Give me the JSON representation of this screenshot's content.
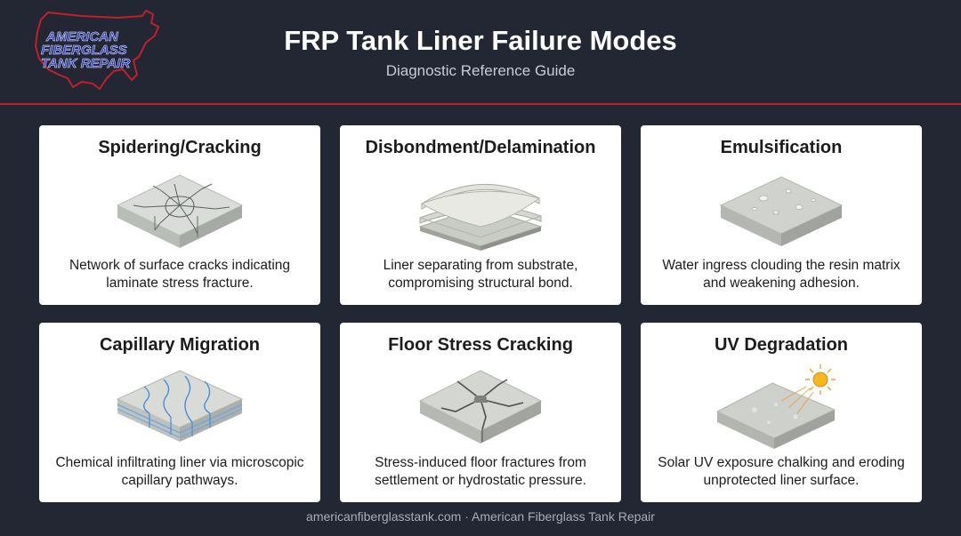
{
  "logo": {
    "line1": "AMERICAN",
    "line2": "FIBERGLASS",
    "line3": "TANK REPAIR",
    "outline_color": "#c0202a",
    "text_color": "#2f3fbf"
  },
  "header": {
    "title": "FRP Tank Liner Failure Modes",
    "subtitle": "Diagnostic Reference Guide",
    "accent_color": "#c0202a"
  },
  "cards": [
    {
      "title": "Spidering/Cracking",
      "icon": "spider-crack-tile-icon",
      "description": "Network of surface cracks indicating laminate stress fracture."
    },
    {
      "title": "Disbondment/Delamination",
      "icon": "delaminated-layers-icon",
      "description": "Liner separating from substrate, compromising structural bond."
    },
    {
      "title": "Emulsification",
      "icon": "emulsified-tile-icon",
      "description": "Water ingress clouding the resin matrix and weakening adhesion."
    },
    {
      "title": "Capillary Migration",
      "icon": "capillary-layers-icon",
      "description": "Chemical infiltrating liner via microscopic capillary pathways."
    },
    {
      "title": "Floor Stress Cracking",
      "icon": "floor-crack-tile-icon",
      "description": "Stress-induced floor fractures from settlement or hydrostatic pressure."
    },
    {
      "title": "UV Degradation",
      "icon": "uv-sun-tile-icon",
      "description": "Solar UV exposure chalking and eroding unprotected liner surface."
    }
  ],
  "footer": {
    "text": "americanfiberglasstank.com · American Fiberglass Tank Repair"
  }
}
